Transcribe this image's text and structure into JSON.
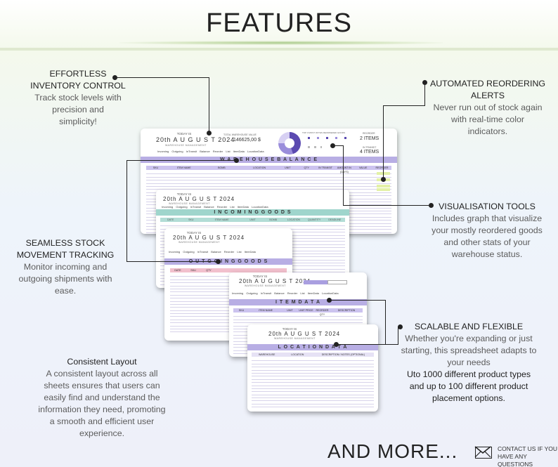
{
  "title": "FEATURES",
  "features": {
    "inventory": {
      "heading_1": "EFFORTLESS",
      "heading_2": "INVENTORY CONTROL",
      "line_1": "Track stock levels with",
      "line_2": "precision and",
      "line_3": "simplicity!"
    },
    "reorder": {
      "heading_1": "AUTOMATED REORDERING",
      "heading_2": "ALERTS",
      "line_1": "Never run out of stock again",
      "line_2": "with real-time color",
      "line_3": "indicators."
    },
    "stock": {
      "heading_1": "SEAMLESS STOCK",
      "heading_2": "MOVEMENT TRACKING",
      "line_1": "Monitor incoming and",
      "line_2": "outgoing shipments with",
      "line_3": "ease."
    },
    "visual": {
      "heading": "VISUALISATION TOOLS",
      "line_1": "Includes graph that visualize",
      "line_2": "your mostly reordered goods",
      "line_3": "and other stats of your",
      "line_4": "warehouse status."
    },
    "scalable": {
      "heading": "SCALABLE AND FLEXIBLE",
      "line_1": "Whether you're expanding or just",
      "line_2": "starting, this spreadsheet adapts to",
      "line_3": "your needs",
      "line_4": "Uto 1000 different product types",
      "line_5": "and up to 100 different product",
      "line_6": "placement options."
    },
    "layout": {
      "heading": "Consistent Layout",
      "line_1": "A consistent layout across all",
      "line_2": "sheets ensures that users can",
      "line_3": "easily find and understand the",
      "line_4": "information they need, promoting",
      "line_5": "a smooth and efficient user",
      "line_6": "experience."
    }
  },
  "sheets": {
    "balance": {
      "today": "TODAY IS",
      "date": "20th A U G U S T 2024",
      "subtitle": "WAREHOUSE MANAGEMENT",
      "nav": "Invoming Outgoing InTransit Balance Reorder List ItemData LocationData",
      "total_label": "TOTAL WAREHOUSE VALUE",
      "total_value": "146625,00 $",
      "chart_label": "TOP 3 MOST OFTEN REORDERED GOODS",
      "reorder_label": "REORDER",
      "reorder_value": "2  ITEMS",
      "in_transit_label": "IN TRANSIT",
      "in_transit_value": "4  ITEMS",
      "band": "W A R E H O U S E   B A L A N C E",
      "columns": [
        "SKU",
        "ITEM NAME",
        "BOMB",
        "LOCATION",
        "UNIT",
        "QTY",
        "IN TRANSIT",
        "AMOUNT IN (DAYS)",
        "VALUE",
        "REORDER"
      ]
    },
    "incoming": {
      "today": "TODAY IS",
      "date": "20th A U G U S T 2024",
      "subtitle": "WAREHOUSE MANAGEMENT",
      "nav": "Invoming Outgoing InTransit Balance Reorder List ItemData LocationData",
      "band": "I N C O M I N G   G O O D S",
      "columns": [
        "DATE",
        "SKU",
        "ITEM NAME",
        "UNIT",
        "BOMB",
        "LOCATION",
        "QUANTITY",
        "DEADLINE"
      ]
    },
    "outgoing": {
      "today": "TODAY IS",
      "date": "20th A U G U S T 2024",
      "subtitle": "WAREHOUSE MANAGEMENT",
      "nav": "Invoming Outgoing InTransit Balance Reorder List ItemData",
      "band": "O U T G O I N G   G O O D S",
      "columns": [
        "DATE",
        "SKU",
        "QTY"
      ]
    },
    "itemdata": {
      "today": "TODAY IS",
      "date": "20th A U G U S T 2024",
      "subtitle": "WAREHOUSE MANAGEMENT",
      "nav": "Invoming Outgoing InTransit Balance Reorder List ItemData LocationData",
      "band": "I T E M   D A T A",
      "columns": [
        "SKU",
        "ITEM NAME",
        "UNIT",
        "UNIT PRICE",
        "REORDER QTY",
        "DESCRIPTION"
      ]
    },
    "locationdata": {
      "today": "TODAY IS",
      "date": "20th A U G U S T 2024",
      "subtitle": "WAREHOUSE MANAGEMENT",
      "band": "L O C A T I O N   D A T A",
      "columns": [
        "WAREHOUSE",
        "LOCATION",
        "DESCRIPTION / NOTES (OPTIONAL)"
      ]
    }
  },
  "footer": {
    "more": "AND MORE...",
    "contact_1": "CONTACT US IF YOU",
    "contact_2": "HAVE ANY QUESTIONS"
  },
  "colors": {
    "lavender": "#b8aee4",
    "teal": "#9fd5cc",
    "pink": "#f2c0cd",
    "green_accent": "#a8c98a"
  }
}
